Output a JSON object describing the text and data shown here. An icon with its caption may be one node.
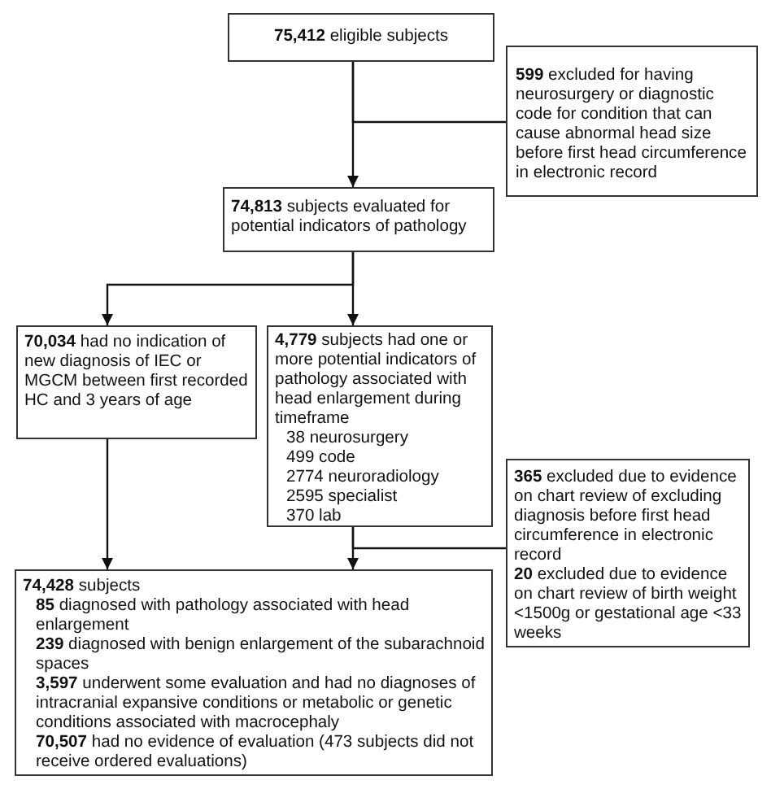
{
  "diagram": {
    "nodes": [
      {
        "text": [
          "**75,412** eligible subjects"
        ]
      },
      {
        "text": [
          "**599** excluded for having neurosurgery or diagnostic code for condition that can cause abnormal head size before first head circumference in electronic record"
        ]
      },
      {
        "text": [
          "**74,813** subjects evaluated for potential indicators of pathology"
        ]
      },
      {
        "text": [
          "**70,034** had no indication of new diagnosis of IEC or MGCM between first recorded HC and 3 years of age"
        ]
      },
      {
        "text": [
          "**4,779** subjects had one or more potential indicators of pathology associated with head enlargement during timeframe",
          "38 neurosurgery",
          "499 code",
          "2774 neuroradiology",
          "2595 specialist",
          "370 lab"
        ]
      },
      {
        "text": [
          "**365** excluded due to evidence on chart review of excluding diagnosis before first head circumference in electronic record",
          "**20** excluded due to evidence on chart review of birth weight <1500g or gestational age <33 weeks"
        ]
      },
      {
        "text": [
          "**74,428** subjects",
          "**85** diagnosed with pathology associated with head enlargement",
          "**239** diagnosed with benign enlargement of the subarachnoid spaces",
          "**3,597** underwent some evaluation and had no diagnoses of intracranial expansive conditions or metabolic or genetic conditions associated with macrocephaly",
          "**70,507** had no evidence of evaluation (473 subjects did not receive ordered evaluations)"
        ]
      }
    ],
    "edges": [
      {
        "from": 0,
        "to": 2,
        "arrow": "to"
      },
      {
        "from": 0,
        "to": 1,
        "arrow": "none"
      },
      {
        "from": 2,
        "to": 3,
        "arrow": "to"
      },
      {
        "from": 2,
        "to": 4,
        "arrow": "to"
      },
      {
        "from": 3,
        "to": 6,
        "arrow": "to"
      },
      {
        "from": 4,
        "to": 6,
        "arrow": "to"
      },
      {
        "from": 4,
        "to": 5,
        "arrow": "none"
      }
    ]
  }
}
